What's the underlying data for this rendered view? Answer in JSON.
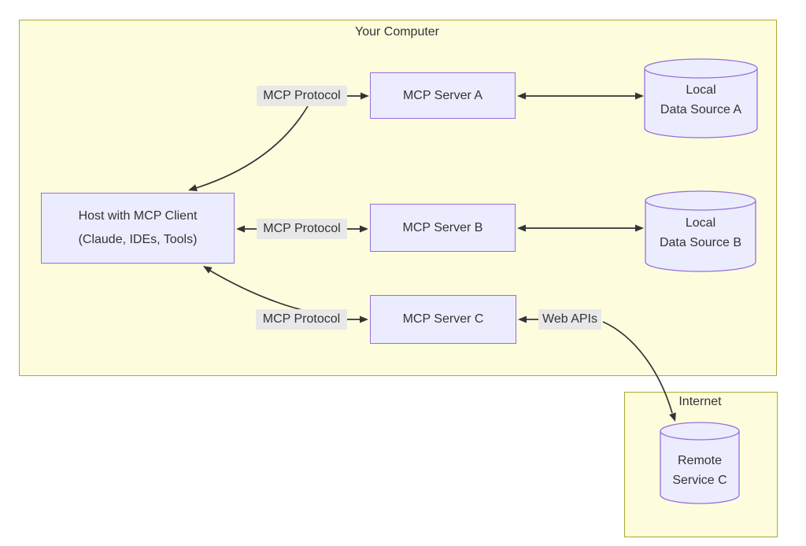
{
  "groups": {
    "your_computer": {
      "label": "Your Computer"
    },
    "internet": {
      "label": "Internet"
    }
  },
  "nodes": {
    "host": {
      "line1": "Host with MCP Client",
      "line2": "(Claude, IDEs, Tools)",
      "shape": "rect"
    },
    "server_a": {
      "label": "MCP Server A",
      "shape": "rect"
    },
    "server_b": {
      "label": "MCP Server B",
      "shape": "rect"
    },
    "server_c": {
      "label": "MCP Server C",
      "shape": "rect"
    },
    "local_a": {
      "line1": "Local",
      "line2": "Data Source A",
      "shape": "cylinder"
    },
    "local_b": {
      "line1": "Local",
      "line2": "Data Source B",
      "shape": "cylinder"
    },
    "remote_c": {
      "line1": "Remote",
      "line2": "Service C",
      "shape": "cylinder"
    }
  },
  "edges": {
    "host_server_a": {
      "label": "MCP Protocol",
      "from": "host",
      "to": "server_a",
      "bidirectional": true
    },
    "host_server_b": {
      "label": "MCP Protocol",
      "from": "host",
      "to": "server_b",
      "bidirectional": true
    },
    "host_server_c": {
      "label": "MCP Protocol",
      "from": "host",
      "to": "server_c",
      "bidirectional": true
    },
    "server_a_local_a": {
      "label": "",
      "from": "server_a",
      "to": "local_a",
      "bidirectional": true
    },
    "server_b_local_b": {
      "label": "",
      "from": "server_b",
      "to": "local_b",
      "bidirectional": true
    },
    "server_c_remote_c": {
      "label": "Web APIs",
      "from": "server_c",
      "to": "remote_c",
      "bidirectional": true
    }
  },
  "colors": {
    "node_fill": "#ECECFF",
    "node_border": "#9370DB",
    "group_fill": "#FDFDDE",
    "group_border": "#AAAA33",
    "edge_label_bg": "#E8E8E8",
    "line": "#333333",
    "text": "#333333",
    "page_bg": "#FFFFFF"
  }
}
